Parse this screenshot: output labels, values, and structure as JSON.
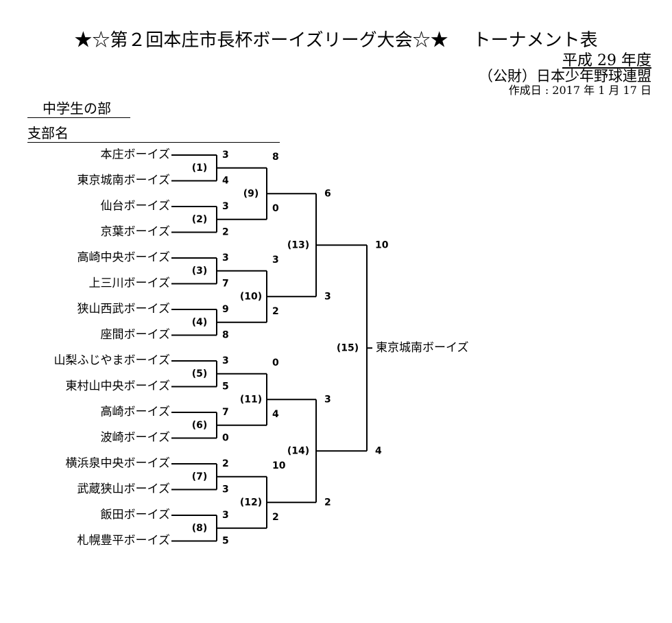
{
  "header": {
    "title_left": "★☆第２回本庄市長杯ボーイズリーグ大会☆★",
    "title_right": "トーナメント表",
    "fiscal_year": "平成 29 年度",
    "organization": "（公財）日本少年野球連盟",
    "created": "作成日 : 2017 年 1 月 17 日"
  },
  "section": "中学生の部",
  "branch_label": "支部名",
  "teams": [
    {
      "name": "本庄ボーイズ",
      "score": "3"
    },
    {
      "name": "東京城南ボーイズ",
      "score": "4"
    },
    {
      "name": "仙台ボーイズ",
      "score": "3"
    },
    {
      "name": "京葉ボーイズ",
      "score": "2"
    },
    {
      "name": "高崎中央ボーイズ",
      "score": "3"
    },
    {
      "name": "上三川ボーイズ",
      "score": "7"
    },
    {
      "name": "狭山西武ボーイズ",
      "score": "9"
    },
    {
      "name": "座間ボーイズ",
      "score": "8"
    },
    {
      "name": "山梨ふじやまボーイズ",
      "score": "3"
    },
    {
      "name": "東村山中央ボーイズ",
      "score": "5"
    },
    {
      "name": "高崎ボーイズ",
      "score": "7"
    },
    {
      "name": "波崎ボーイズ",
      "score": "0"
    },
    {
      "name": "横浜泉中央ボーイズ",
      "score": "2"
    },
    {
      "name": "武蔵狭山ボーイズ",
      "score": "3"
    },
    {
      "name": "飯田ボーイズ",
      "score": "3"
    },
    {
      "name": "札幌豊平ボーイズ",
      "score": "5"
    }
  ],
  "round1_matches": [
    "(1)",
    "(2)",
    "(3)",
    "(4)",
    "(5)",
    "(6)",
    "(7)",
    "(8)"
  ],
  "round2": [
    {
      "match": "(9)",
      "top": "8",
      "bottom": "0"
    },
    {
      "match": "(10)",
      "top": "3",
      "bottom": "2"
    },
    {
      "match": "(11)",
      "top": "0",
      "bottom": "4"
    },
    {
      "match": "(12)",
      "top": "10",
      "bottom": "2"
    }
  ],
  "round3": [
    {
      "match": "(13)",
      "top": "6",
      "bottom": "3"
    },
    {
      "match": "(14)",
      "top": "3",
      "bottom": "2"
    }
  ],
  "final": {
    "match": "(15)",
    "top": "10",
    "bottom": "4",
    "champion": "東京城南ボーイズ"
  }
}
